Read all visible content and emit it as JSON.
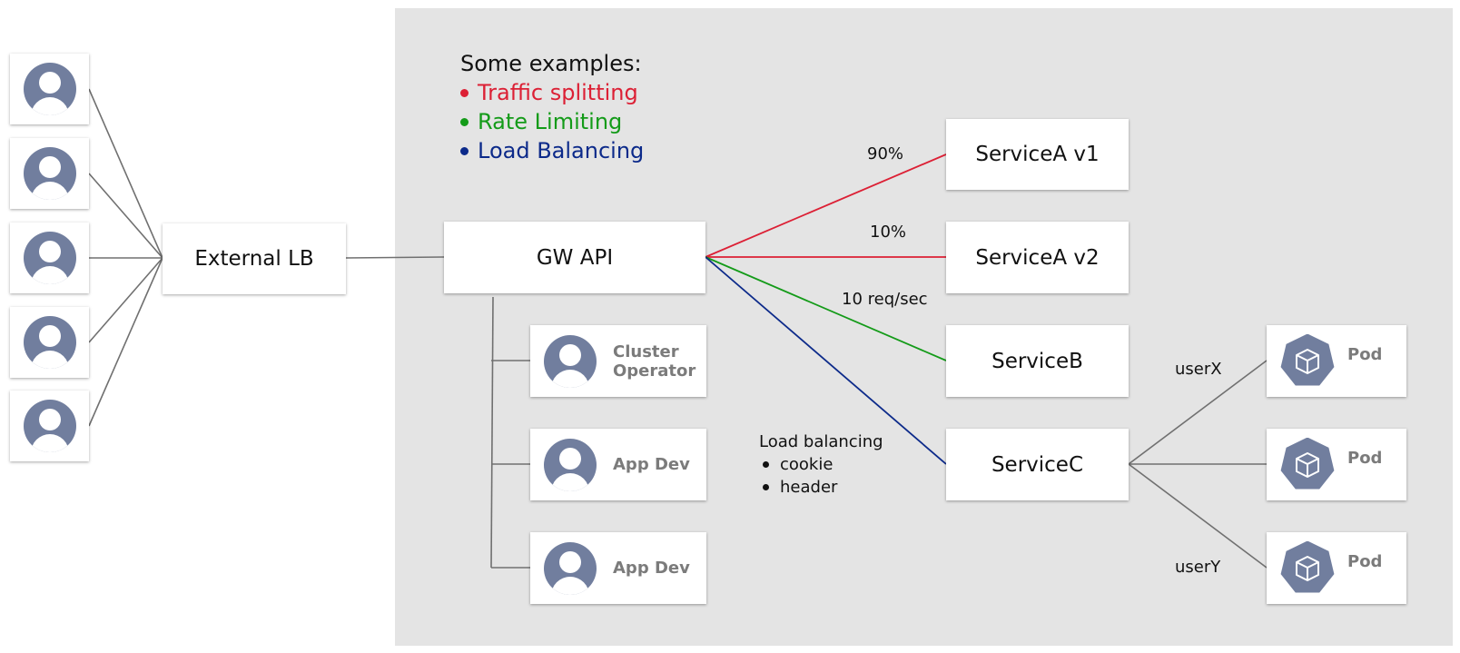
{
  "colors": {
    "traffic": "#dc2035",
    "rate": "#149b19",
    "load": "#0c2a8a",
    "wire": "#707070"
  },
  "examples": {
    "heading": "Some examples:",
    "items": [
      {
        "text": "Traffic splitting",
        "color": "#dc2035"
      },
      {
        "text": "Rate Limiting",
        "color": "#149b19"
      },
      {
        "text": "Load Balancing",
        "color": "#0c2a8a"
      }
    ]
  },
  "nodes": {
    "external_lb": "External LB",
    "gw_api": "GW API",
    "service_a_v1": "ServiceA v1",
    "service_a_v2": "ServiceA v2",
    "service_b": "ServiceB",
    "service_c": "ServiceC"
  },
  "roles": [
    "Cluster Operator",
    "App Dev",
    "App Dev"
  ],
  "pods": [
    "Pod",
    "Pod",
    "Pod"
  ],
  "users": {
    "count": 5,
    "icon": "user-icon"
  },
  "edge_labels": {
    "v1": "90%",
    "v2": "10%",
    "rate": "10 req/sec",
    "user_x": "userX",
    "user_y": "userY"
  },
  "lb_note": {
    "title": "Load balancing",
    "bullets": [
      "cookie",
      "header"
    ]
  }
}
